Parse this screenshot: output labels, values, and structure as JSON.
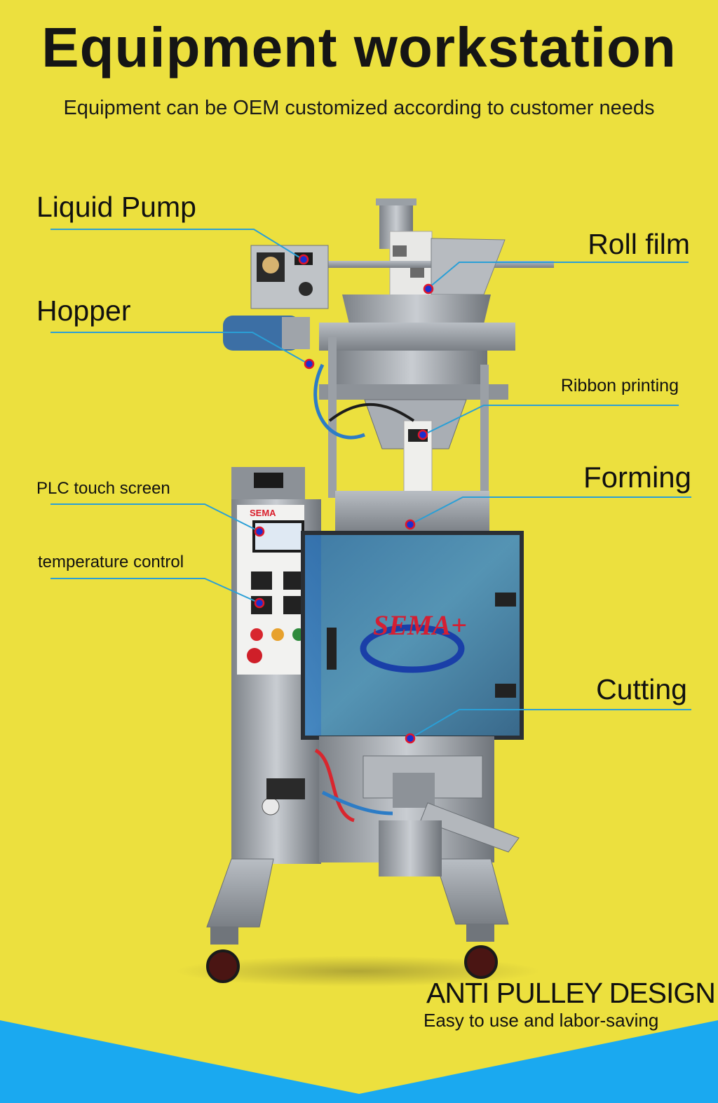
{
  "header": {
    "title": "Equipment workstation",
    "subtitle": "Equipment can be OEM customized according to customer needs"
  },
  "machine": {
    "brand_logo": "SEMA+",
    "panel_logo": "SEMA"
  },
  "callouts": [
    {
      "id": "liquid-pump",
      "label": "Liquid Pump"
    },
    {
      "id": "roll-film",
      "label": "Roll film"
    },
    {
      "id": "hopper",
      "label": "Hopper"
    },
    {
      "id": "ribbon-printing",
      "label": "Ribbon printing"
    },
    {
      "id": "plc",
      "label": "PLC touch screen"
    },
    {
      "id": "forming",
      "label": "Forming"
    },
    {
      "id": "temperature",
      "label": "temperature control"
    },
    {
      "id": "cutting",
      "label": "Cutting"
    }
  ],
  "footer": {
    "headline": "ANTI PULLEY DESIGN",
    "tagline": "Easy to use and labor-saving"
  },
  "colors": {
    "background": "#ece03e",
    "accent_blue": "#1aa9f0",
    "leader_line": "#2a9fd6",
    "marker_fill": "#1a2fd0",
    "marker_ring": "#e0162b"
  }
}
